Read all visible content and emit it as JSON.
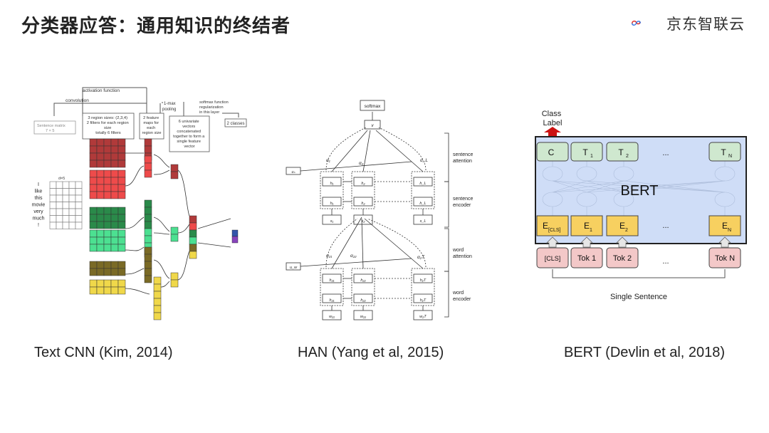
{
  "title": "分类器应答：通用知识的终结者",
  "logo": {
    "text": "京东智联云"
  },
  "captions": {
    "cnn": "Text CNN (Kim, 2014)",
    "han": "HAN (Yang et al, 2015)",
    "bert": "BERT (Devlin et al, 2018)"
  },
  "cnn": {
    "activation": "activation function",
    "convolution": "convolution",
    "sentence_matrix": "Sentence matrix",
    "sentence_matrix_dim": "7 × 5",
    "region_sizes": [
      "3 region sizes: (2,3,4)",
      "2 filters for each region",
      "size",
      "totally 6 filters"
    ],
    "feature_maps": [
      "2 feature",
      "maps for",
      "each",
      "region size"
    ],
    "max_pooling": [
      "1-max",
      "pooling"
    ],
    "univariate": [
      "6 univariate",
      "vectors",
      "concatenated",
      "together to form a",
      "single feature",
      "vector"
    ],
    "softmax": [
      "softmax function",
      "regularization",
      "in this layer"
    ],
    "classes": "2 classes",
    "d_label": "d=5",
    "words": [
      "I",
      "like",
      "this",
      "movie",
      "very",
      "much",
      "!"
    ]
  },
  "han": {
    "softmax": "softmax",
    "v": "v",
    "sentence_attention": [
      "sentence",
      "attention"
    ],
    "sentence_encoder": [
      "sentence",
      "encoder"
    ],
    "word_attention": [
      "word",
      "attention"
    ],
    "word_encoder": [
      "word",
      "encoder"
    ],
    "us": "uₛ",
    "uw": "u_w",
    "alpha_top": [
      "α₁",
      "α₂",
      "α_L"
    ],
    "alpha_bottom": [
      "α₂₁",
      "α₂₂",
      "α₂T"
    ],
    "h_sentence_top": [
      "h₁",
      "h₂",
      "h_L"
    ],
    "h_sentence_bottom": [
      "h₁",
      "h₂",
      "h_L"
    ],
    "s_labels": [
      "s₁",
      "s₂",
      "s_L"
    ],
    "h_word_top": [
      "h₂₁",
      "h₂₂",
      "h₂T"
    ],
    "h_word_bottom": [
      "h₂₁",
      "h₂₂",
      "h₂T"
    ],
    "w_labels": [
      "w₂₁",
      "w₂₂",
      "w₂T"
    ]
  },
  "bert": {
    "class_label": [
      "Class",
      "Label"
    ],
    "model": "BERT",
    "t_tokens": [
      "C",
      "T",
      "T",
      "...",
      "T"
    ],
    "t_subs": [
      "",
      "1",
      "2",
      "",
      "N"
    ],
    "e_tokens": [
      "E",
      "E",
      "E",
      "...",
      "E"
    ],
    "e_subs": [
      "[CLS]",
      "1",
      "2",
      "",
      "N"
    ],
    "inputs": [
      "[CLS]",
      "Tok 1",
      "Tok 2",
      "...",
      "Tok N"
    ],
    "single_sentence": "Single Sentence"
  },
  "colors": {
    "bert_panel": "#cfddf7",
    "bert_top": "#cfe8cf",
    "bert_bottom": "#f7d060",
    "bert_input": "#f3c8c8",
    "class_arrow": "#cc1111"
  }
}
